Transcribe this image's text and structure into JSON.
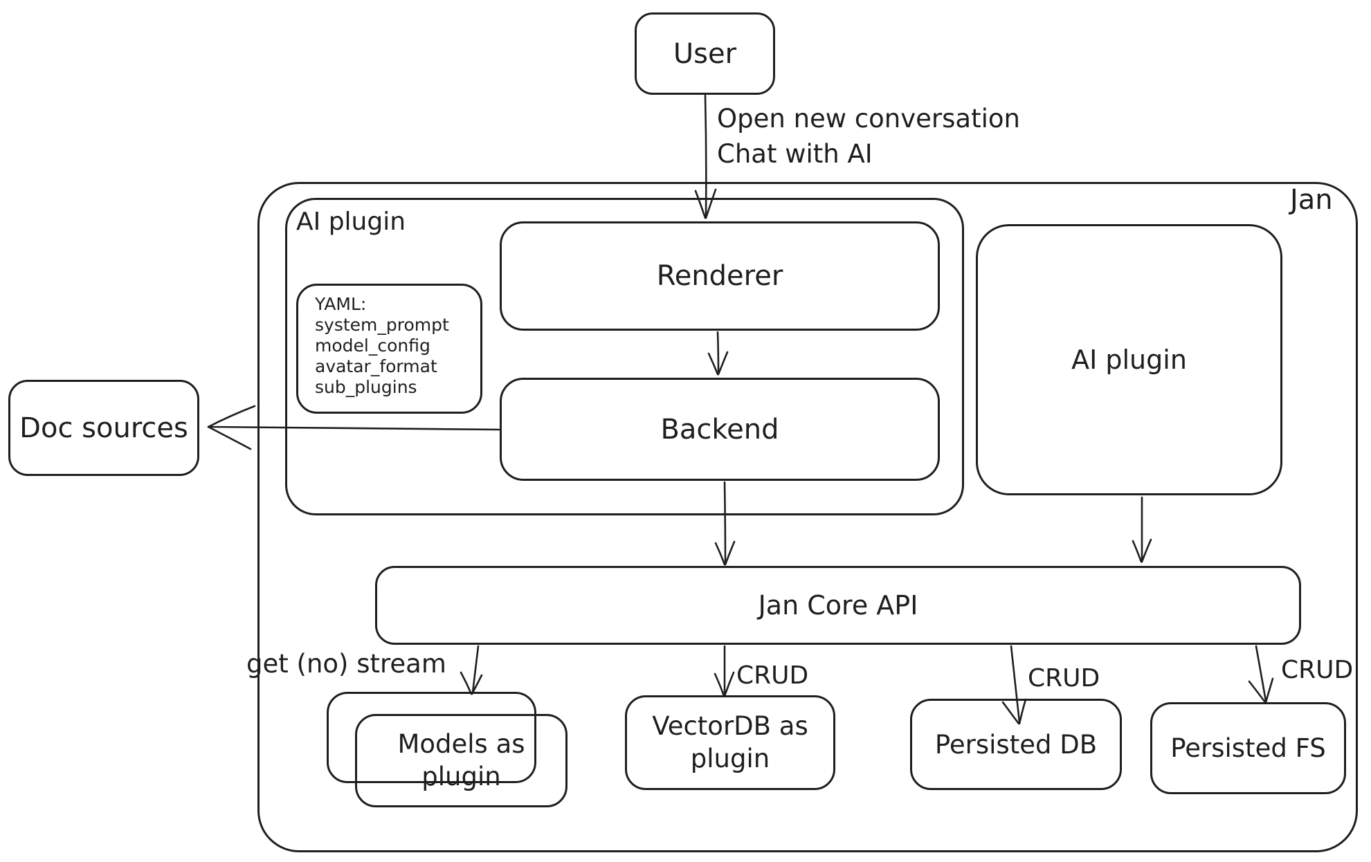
{
  "colors": {
    "stroke": "#1e1e1e",
    "background": "#ffffff"
  },
  "nodes": {
    "user": "User",
    "jan_container": "Jan",
    "ai_plugin_container": "AI plugin",
    "renderer": "Renderer",
    "backend": "Backend",
    "ai_plugin_box": "AI plugin",
    "doc_sources": "Doc sources",
    "jan_core_api": "Jan Core API",
    "models_as_plugin": "Models as plugin",
    "vectordb": "VectorDB as plugin",
    "persisted_db": "Persisted DB",
    "persisted_fs": "Persisted FS"
  },
  "yaml_note": {
    "lines": [
      "YAML:",
      "system_prompt",
      "model_config",
      "avatar_format",
      "sub_plugins"
    ]
  },
  "edge_labels": {
    "user_to_renderer": [
      "Open new conversation",
      "Chat with AI"
    ],
    "get_no_stream": "get (no) stream",
    "crud_vectordb": "CRUD",
    "crud_persisted_db": "CRUD",
    "crud_persisted_fs": "CRUD"
  }
}
